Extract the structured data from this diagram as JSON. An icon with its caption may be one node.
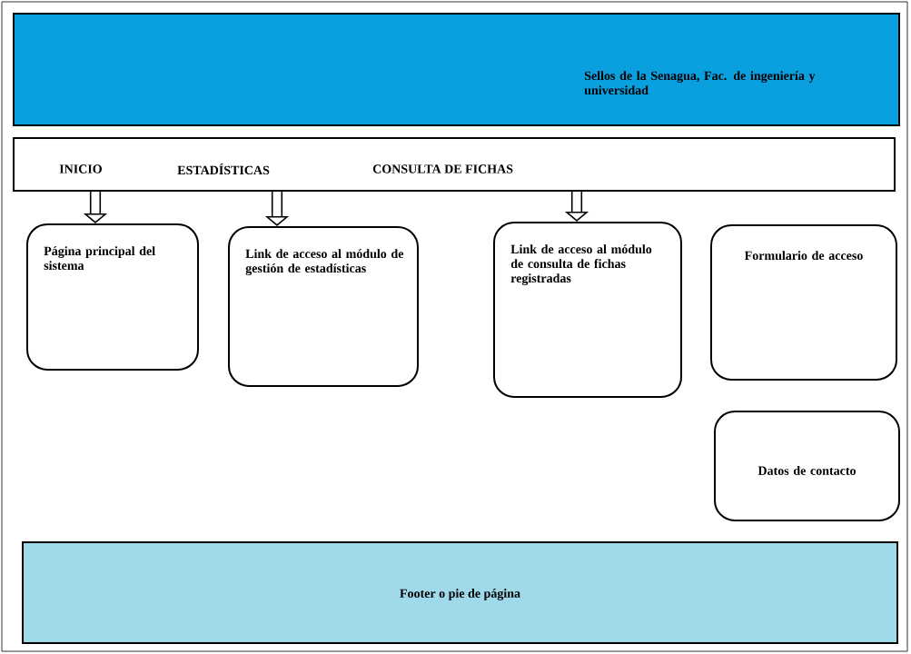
{
  "diagram": {
    "nodes": [
      {
        "text": [
          "Sellos de la Senagua, Fac. de ingeniería y universidad"
        ]
      },
      {
        "text": [
          "INICIO",
          "ESTADÍSTICAS",
          "CONSULTA DE FICHAS"
        ]
      },
      {
        "text": [
          "Página principal del sistema"
        ]
      },
      {
        "text": [
          "Link de acceso al módulo de gestión de estadísticas"
        ]
      },
      {
        "text": [
          "Link de acceso al módulo de consulta de fichas registradas"
        ]
      },
      {
        "text": [
          "Formulario de acceso"
        ]
      },
      {
        "text": [
          "Datos de contacto"
        ]
      },
      {
        "text": [
          "Footer o pie de página"
        ]
      }
    ],
    "edges": [
      {
        "from": 1,
        "to": 2,
        "arrow": "to"
      },
      {
        "from": 1,
        "to": 3,
        "arrow": "to"
      },
      {
        "from": 1,
        "to": 4,
        "arrow": "to"
      }
    ]
  }
}
